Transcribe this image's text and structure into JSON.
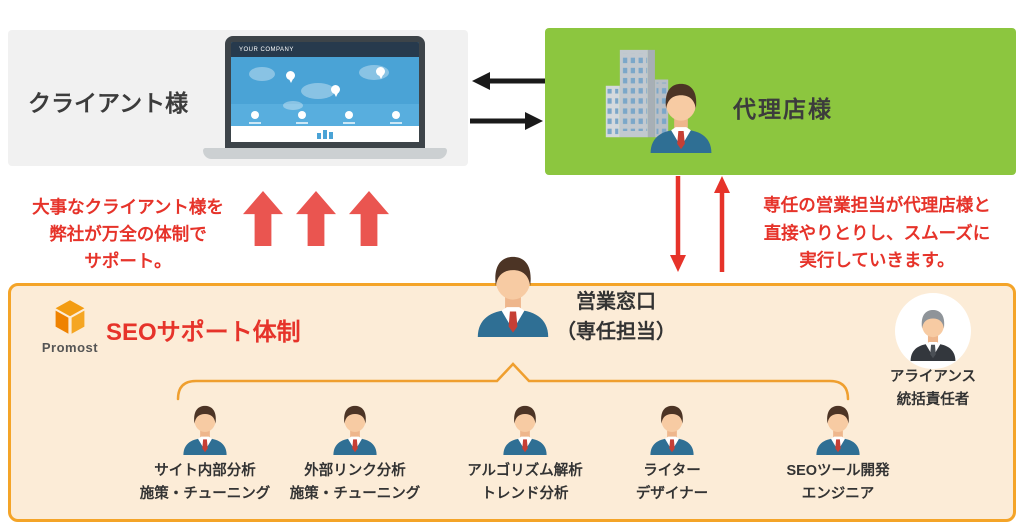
{
  "client_box": {
    "label": "クライアント様"
  },
  "agency_box": {
    "label": "代理店様"
  },
  "laptop": {
    "brand": "YOUR COMPANY"
  },
  "left_note": {
    "lines": [
      "大事なクライアント様を",
      "弊社が万全の体制で",
      "サポート。"
    ]
  },
  "right_note": {
    "lines": [
      "専任の営業担当が代理店様と",
      "直接やりとりし、スムーズに",
      "実行していきます。"
    ]
  },
  "support": {
    "logo_text": "Promost",
    "title": "SEOサポート体制",
    "sales_lines": [
      "営業窓口",
      "（専任担当）"
    ],
    "alliance_lines": [
      "アライアンス",
      "統括責任者"
    ],
    "members": [
      {
        "line1": "サイト内部分析",
        "line2": "施策・チューニング"
      },
      {
        "line1": "外部リンク分析",
        "line2": "施策・チューニング"
      },
      {
        "line1": "アルゴリズム解析",
        "line2": "トレンド分析"
      },
      {
        "line1": "ライター",
        "line2": "デザイナー"
      },
      {
        "line1": "SEOツール開発",
        "line2": "エンジニア"
      }
    ]
  },
  "colors": {
    "red_text": "#e6332a",
    "arrow_salmon": "#ea5550",
    "green_box": "#8cc63f",
    "orange_border": "#f4a428",
    "orange_bg": "#fcecd7",
    "promost_orange": "#f08300"
  }
}
